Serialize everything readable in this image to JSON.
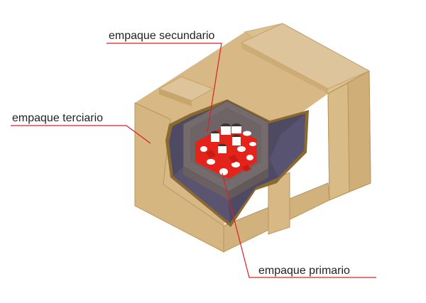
{
  "labels": {
    "secondary": "empaque secundario",
    "tertiary": "empaque terciario",
    "primary": "empaque primario"
  },
  "colors": {
    "cardboard": "#d8b985",
    "cardboard_shade": "#c8a56a",
    "cardboard_edge": "#7a5a22",
    "cavity": "#4e4a63",
    "inner_box": "#756a6c",
    "bottle_red": "#e4231a",
    "bottle_white": "#ffffff",
    "cap_dark": "#3a3434",
    "leader_line": "#d8202a"
  }
}
